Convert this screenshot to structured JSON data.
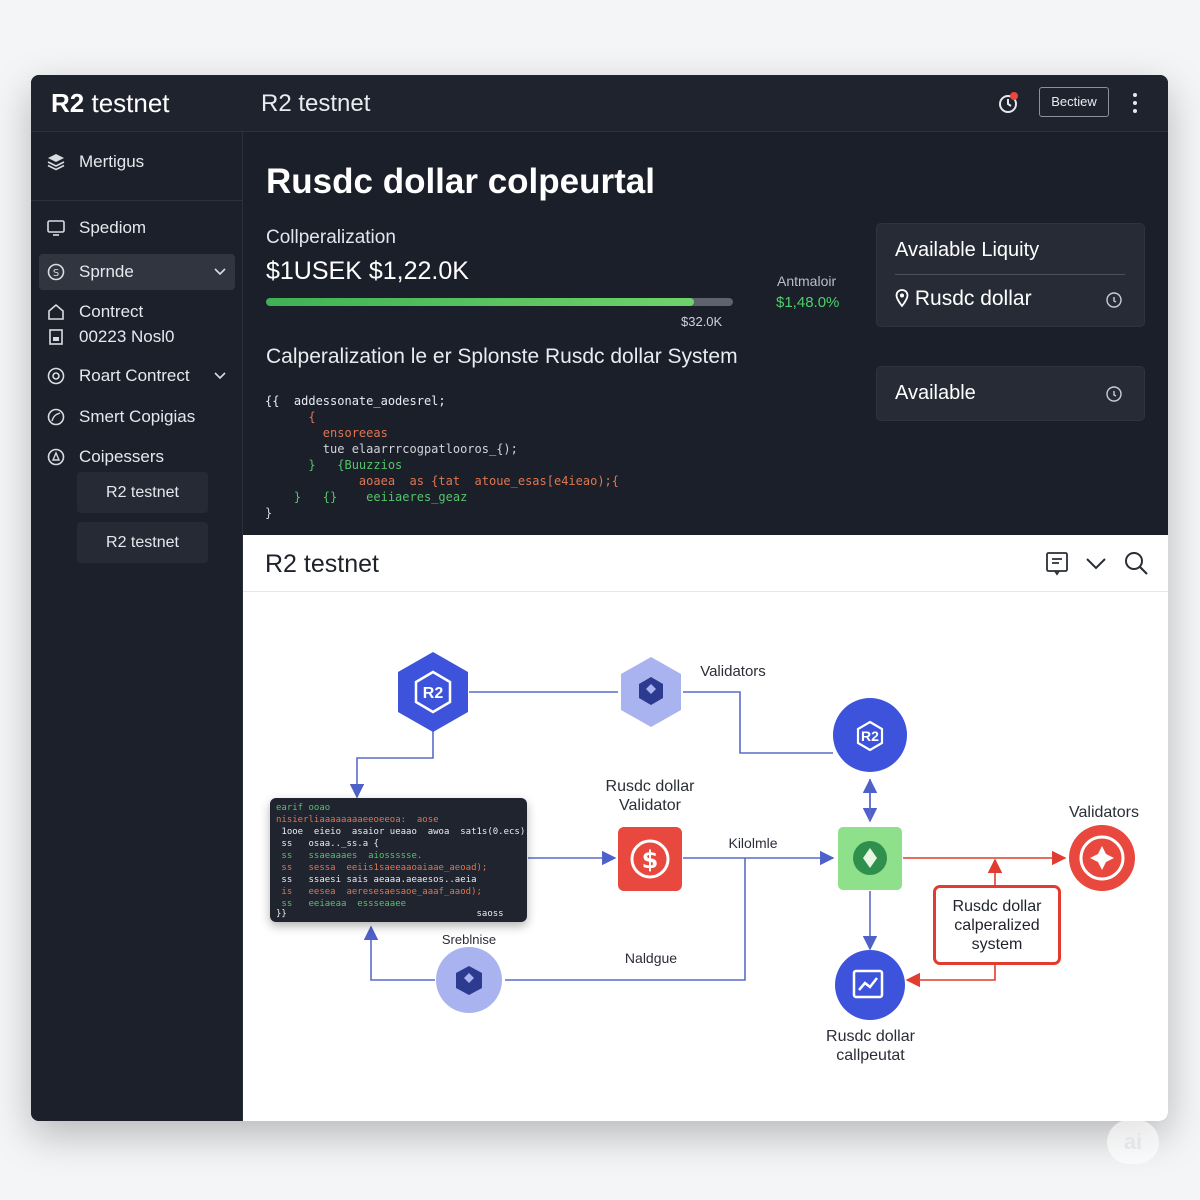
{
  "app": {
    "brand_bold": "R2",
    "brand_rest": " testnet",
    "window_title": "R2 testnet",
    "top_button": "Bectiew"
  },
  "sidebar": {
    "items": [
      {
        "label": "Mertigus",
        "icon": "cube-stack-icon"
      },
      {
        "label": "Spediom",
        "icon": "monitor-icon"
      },
      {
        "label": "Sprnde",
        "icon": "coin-icon"
      },
      {
        "label": "Contrect",
        "icon": "home-icon"
      },
      {
        "label": "00223 Nosl0",
        "icon": "calculator-icon"
      },
      {
        "label": "Roart Contrect",
        "icon": "token-icon"
      },
      {
        "label": "Smert Copigias",
        "icon": "globe-icon"
      },
      {
        "label": "Coipessers",
        "icon": "settings-circle-icon"
      }
    ],
    "sub_items": [
      "R2 testnet",
      "R2 testnet"
    ]
  },
  "main": {
    "title": "Rusdc dollar colpeurtal",
    "collateral_label": "Collperalization",
    "collateral_value": "$1USEK $1,22.0K",
    "progress_fraction": 0.916,
    "progress_amount": "$32.0K",
    "side_stat_label": "Antmaloir",
    "side_stat_value": "$1,48.0%",
    "subtitle": "Calperalization le er Splonste Rusdc dollar System",
    "code_lines": [
      "{{  addessonate_aodesrel;",
      "      {",
      "        ensoreeas",
      "        tue elaarrrcogpatlooros_{);",
      "      }   {Buuzzios",
      "             aoaea  as {tat  atoue_esas[e4ieao);{",
      "    }   {}    eeiiaeres_geaz",
      "}"
    ]
  },
  "cards": {
    "liquidity_title": "Available Liquity",
    "liquidity_value": "Rusdc dollar",
    "available_title": "Available"
  },
  "panel": {
    "title": "R2 testnet"
  },
  "diagram": {
    "node_r2_label": "R2",
    "validators_top": "Validators",
    "validator_label_1": "Rusdc dollar",
    "validator_label_2": "Validator",
    "kilohole": "Kilolmle",
    "validators_right": "Validators",
    "redbox_line1": "Rusdc dollar",
    "redbox_line2": "calperalized",
    "redbox_line3": "system",
    "stablise": "Sreblnise",
    "naldgue": "Naldgue",
    "bottom_label_1": "Rusdc dollar",
    "bottom_label_2": "callpeutat",
    "codeblock_lines": [
      "earif ooao",
      "nisierliaaaaaaaaeeoeeoa:  aose",
      " 1ooe  eieio  asaior ueaao  awoa  sat1s(0.ecs);",
      " ss   osaa.._ss.a {",
      " ss   ssaeaaaes  aiossssse.",
      " ss   sessa  eeiis1saeeaaoaiaae_aeoad);",
      " ss   ssaesi sais aeaaa.aeaesos..aeia",
      " is   eesea  aeresesaesaoe_aaaf_aaod);",
      " ss   eeiaeaa  essseaaee",
      "}}                                   saoss"
    ]
  },
  "watermark": "ai",
  "colors": {
    "accent_green": "#4cd16a",
    "node_blue": "#3d53dc",
    "node_red": "#e8483d",
    "node_green": "#8ee08a",
    "redbox": "#e23b2f"
  }
}
